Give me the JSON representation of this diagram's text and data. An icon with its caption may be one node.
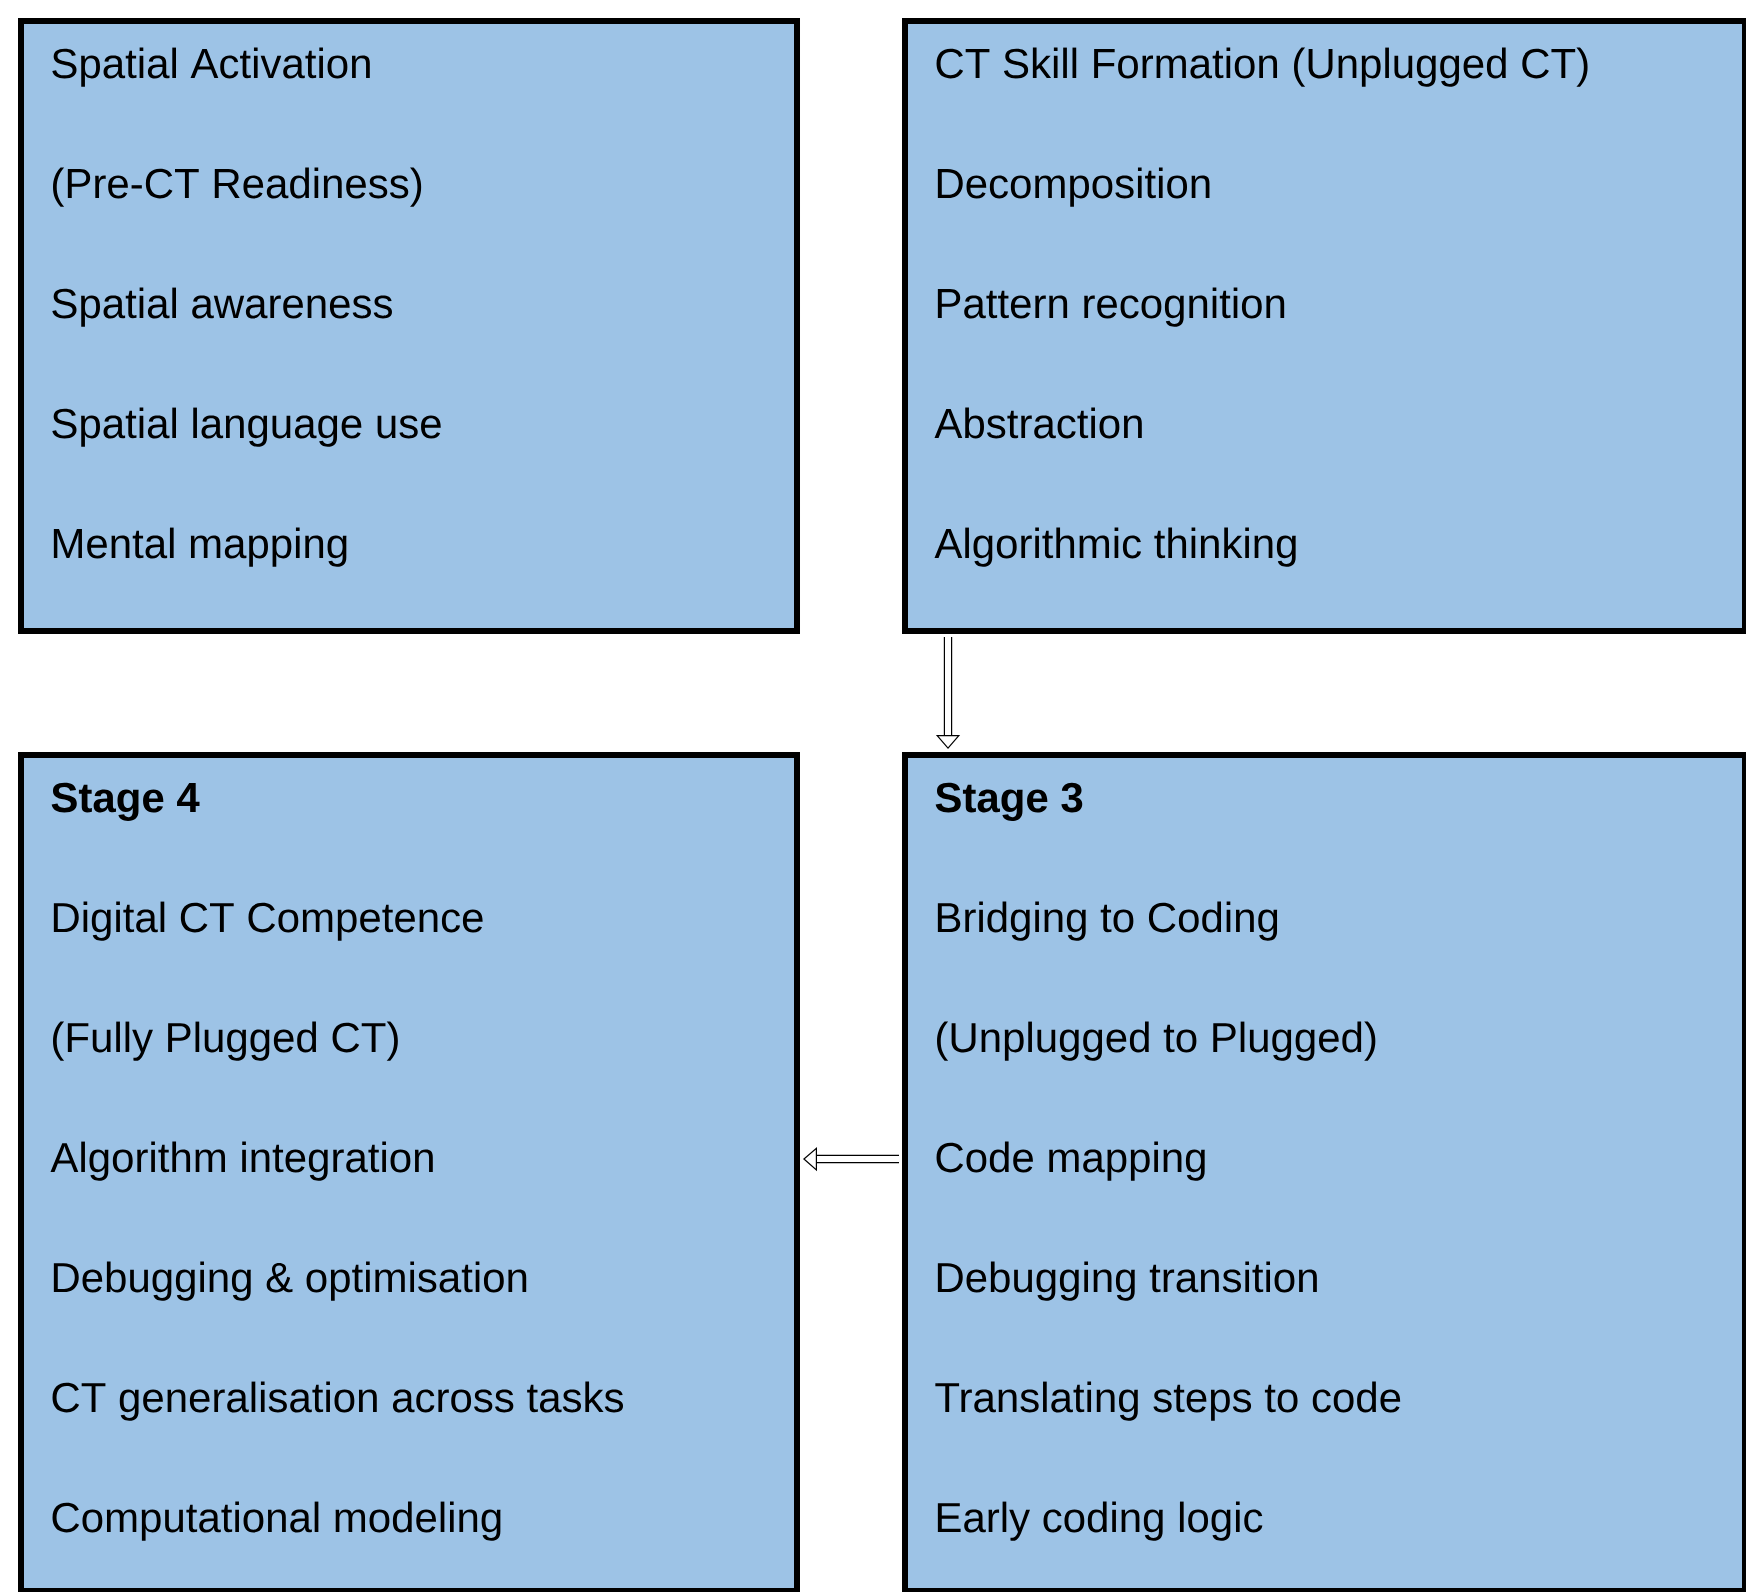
{
  "diagram": {
    "nodes": [
      {
        "text": [
          "Spatial Activation",
          "(Pre-CT Readiness)",
          "Spatial awareness",
          "Spatial language use",
          "Mental mapping"
        ]
      },
      {
        "text": [
          "CT Skill Formation (Unplugged CT)",
          "Decomposition",
          "Pattern recognition",
          "Abstraction",
          "Algorithmic thinking"
        ]
      },
      {
        "text": [
          "**Stage 4**",
          "Digital CT Competence",
          "(Fully Plugged CT)",
          "Algorithm integration",
          "Debugging & optimisation",
          "CT generalisation across tasks",
          "Computational modeling"
        ]
      },
      {
        "text": [
          "**Stage 3**",
          "Bridging to Coding",
          "(Unplugged to Plugged)",
          "Code mapping",
          "Debugging transition",
          "Translating steps to code",
          "Early coding logic"
        ]
      }
    ],
    "edges": [
      {
        "from": 1,
        "to": 3,
        "arrow": "to"
      },
      {
        "from": 3,
        "to": 2,
        "arrow": "to"
      }
    ]
  }
}
